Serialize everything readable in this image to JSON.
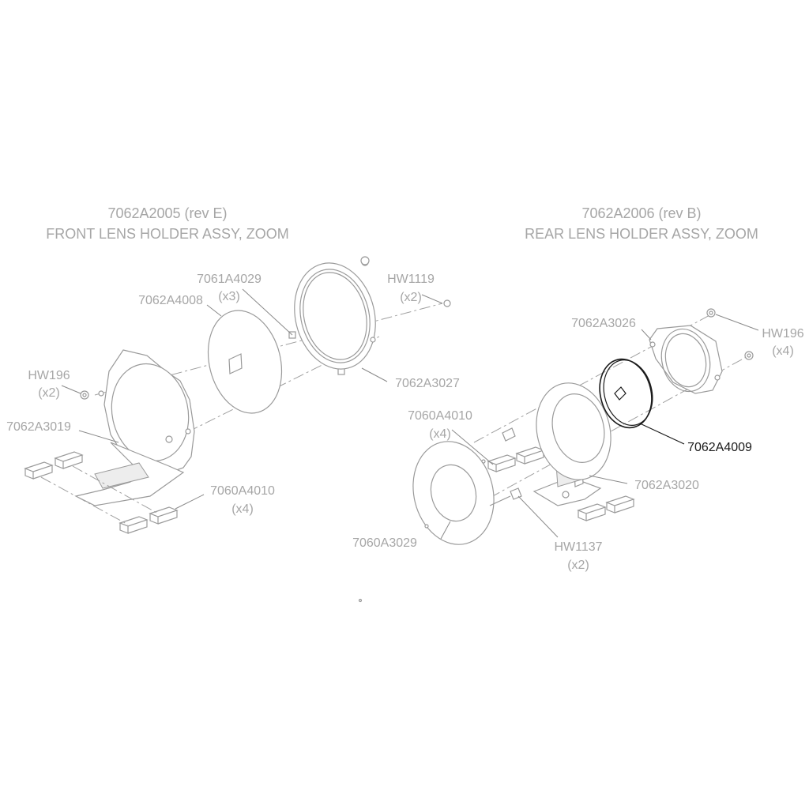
{
  "front_assembly": {
    "title_line1": "7062A2005 (rev E)",
    "title_line2": "FRONT LENS HOLDER ASSY, ZOOM",
    "labels": {
      "p7061A4029": "7061A4029",
      "p7061A4029_qty": "(x3)",
      "p7062A4008": "7062A4008",
      "hw1119": "HW1119",
      "hw1119_qty": "(x2)",
      "hw196": "HW196",
      "hw196_qty": "(x2)",
      "p7062A3027": "7062A3027",
      "p7062A3019": "7062A3019",
      "p7060A4010": "7060A4010",
      "p7060A4010_qty": "(x4)"
    }
  },
  "rear_assembly": {
    "title_line1": "7062A2006 (rev B)",
    "title_line2": "REAR LENS HOLDER ASSY, ZOOM",
    "labels": {
      "p7062A3026": "7062A3026",
      "hw196": "HW196",
      "hw196_qty": "(x4)",
      "p7060A4010": "7060A4010",
      "p7060A4010_qty": "(x4)",
      "p7062A4009": "7062A4009",
      "p7062A3020": "7062A3020",
      "p7060A3029": "7060A3029",
      "hw1137": "HW1137",
      "hw1137_qty": "(x2)"
    }
  },
  "colors": {
    "label": "#a6a6a6",
    "highlight": "#1a1a1a",
    "line": "#9a9a9a"
  }
}
